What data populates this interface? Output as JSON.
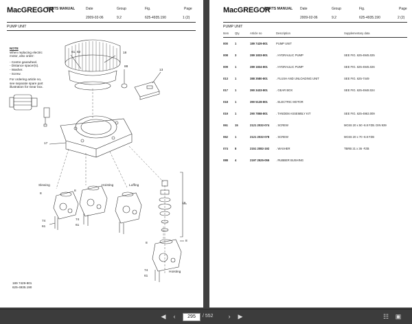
{
  "left_page": {
    "logo": "MacGREGOR",
    "header_title": "PARTS MANUAL",
    "header": {
      "date_label": "Date",
      "group_label": "Group",
      "fig_label": "Fig.",
      "page_label": "Page",
      "date": "2009-02-06",
      "group": "9.2",
      "fig": "625-4935.190",
      "page": "1 (2)"
    },
    "title": "PUMP UNIT",
    "note": {
      "heading": "NOTE",
      "lines": [
        "When replacing electric",
        "motor, also order:",
        "",
        "- Centre gearwheel.",
        "- Distance spacer(s).",
        "- Washer.",
        "- Screw.",
        "",
        "For ordering article no,",
        "see separate spare part",
        "illustration for Gear box."
      ]
    },
    "callouts": [
      "61, 62",
      "18",
      "88",
      "13",
      "17",
      "19",
      "8",
      "74",
      "61",
      "8",
      "74",
      "61",
      "8",
      "74",
      "61",
      "8"
    ],
    "labels": {
      "slewing": "Slewing",
      "hoisting": "Hoisting",
      "luffing": "Luffing",
      "hoisting2": "Hoisting"
    },
    "reference": [
      "189 7429-801",
      "625-4935.190"
    ]
  },
  "right_page": {
    "logo": "MacGREGOR",
    "header_title": "PARTS MANUAL",
    "header": {
      "date_label": "Date",
      "group_label": "Group",
      "fig_label": "Fig.",
      "page_label": "Page",
      "date": "2009-02-06",
      "group": "9.2",
      "fig": "625-4935.190",
      "page": "2 (2)"
    },
    "title": "PUMP UNIT",
    "table": {
      "columns": [
        "Item",
        "Qty.",
        "Article no",
        "Description",
        "Supplementary data"
      ],
      "rows": [
        [
          "000",
          "1",
          "189 7429-801",
          "PUMP UNIT",
          ""
        ],
        [
          "008",
          "3",
          "289 1833-801",
          ". HYDRAULIC PUMP",
          "SEE FIG. 625-4945.025"
        ],
        [
          "009",
          "1",
          "289 1834-801",
          ". HYDRAULIC PUMP",
          "SEE FIG. 625-4945.026"
        ],
        [
          "013",
          "1",
          "388 3580-801",
          ". FLUSH AND UNLOADING UNIT",
          "SEE FIG. 625-7449"
        ],
        [
          "017",
          "1",
          "390 3433-801",
          ". GEAR BOX",
          "SEE FIG. 625-4948.024"
        ],
        [
          "018",
          "1",
          "390 5128-801",
          ". ELECTRIC MOTOR",
          ""
        ],
        [
          "019",
          "1",
          "290 7858-801",
          ". TANDEM ASSEMBLY KIT",
          "SEE FIG. 625-4963.009"
        ],
        [
          "061",
          "15",
          "2121 2032-074",
          ". SCREW",
          "MC6S 20 x 50 -8.8 FZB. DIN 939"
        ],
        [
          "062",
          "1",
          "2121 2032-078",
          ". SCREW",
          "MC6S 20 x 70 -8.8 FZB"
        ],
        [
          "074",
          "8",
          "2151 2082-192",
          ". WASHER",
          "TBRB 21 x 36 -FZB"
        ],
        [
          "088",
          "4",
          "2197 2525-055",
          ". RUBBER BUSHING",
          ""
        ]
      ]
    }
  },
  "toolbar": {
    "current_page": "295",
    "total": "/ 552"
  }
}
